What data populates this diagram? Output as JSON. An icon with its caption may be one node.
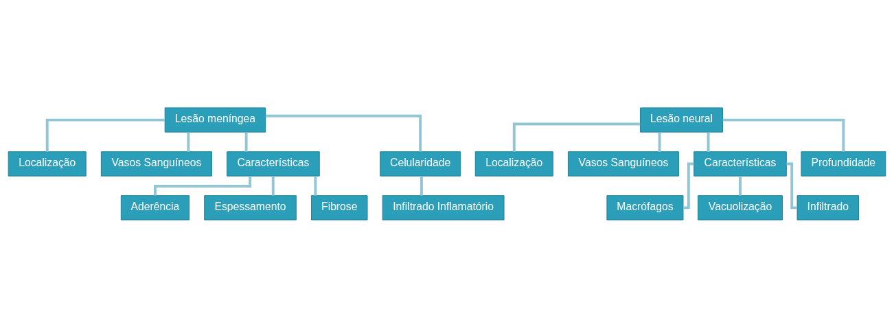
{
  "diagram": {
    "nodes": [
      {
        "text": [
          "Lesão meníngea"
        ]
      },
      {
        "text": [
          "Localização"
        ]
      },
      {
        "text": [
          "Vasos Sanguíneos"
        ]
      },
      {
        "text": [
          "Características"
        ]
      },
      {
        "text": [
          "Celularidade"
        ]
      },
      {
        "text": [
          "Aderência"
        ]
      },
      {
        "text": [
          "Espessamento"
        ]
      },
      {
        "text": [
          "Fibrose"
        ]
      },
      {
        "text": [
          "Infiltrado Inflamatório"
        ]
      },
      {
        "text": [
          "Lesão neural"
        ]
      },
      {
        "text": [
          "Localização"
        ]
      },
      {
        "text": [
          "Vasos Sanguíneos"
        ]
      },
      {
        "text": [
          "Características"
        ]
      },
      {
        "text": [
          "Profundidade"
        ]
      },
      {
        "text": [
          "Macrófagos"
        ]
      },
      {
        "text": [
          "Vacuolização"
        ]
      },
      {
        "text": [
          "Infiltrado"
        ]
      }
    ],
    "edges": [
      {
        "from": 0,
        "to": 1,
        "arrow": "none"
      },
      {
        "from": 0,
        "to": 2,
        "arrow": "none"
      },
      {
        "from": 0,
        "to": 3,
        "arrow": "none"
      },
      {
        "from": 0,
        "to": 4,
        "arrow": "none"
      },
      {
        "from": 3,
        "to": 5,
        "arrow": "none"
      },
      {
        "from": 3,
        "to": 6,
        "arrow": "none"
      },
      {
        "from": 3,
        "to": 7,
        "arrow": "none"
      },
      {
        "from": 4,
        "to": 8,
        "arrow": "none"
      },
      {
        "from": 9,
        "to": 10,
        "arrow": "none"
      },
      {
        "from": 9,
        "to": 11,
        "arrow": "none"
      },
      {
        "from": 9,
        "to": 12,
        "arrow": "none"
      },
      {
        "from": 9,
        "to": 13,
        "arrow": "none"
      },
      {
        "from": 12,
        "to": 14,
        "arrow": "none"
      },
      {
        "from": 12,
        "to": 15,
        "arrow": "none"
      },
      {
        "from": 12,
        "to": 16,
        "arrow": "none"
      }
    ]
  }
}
